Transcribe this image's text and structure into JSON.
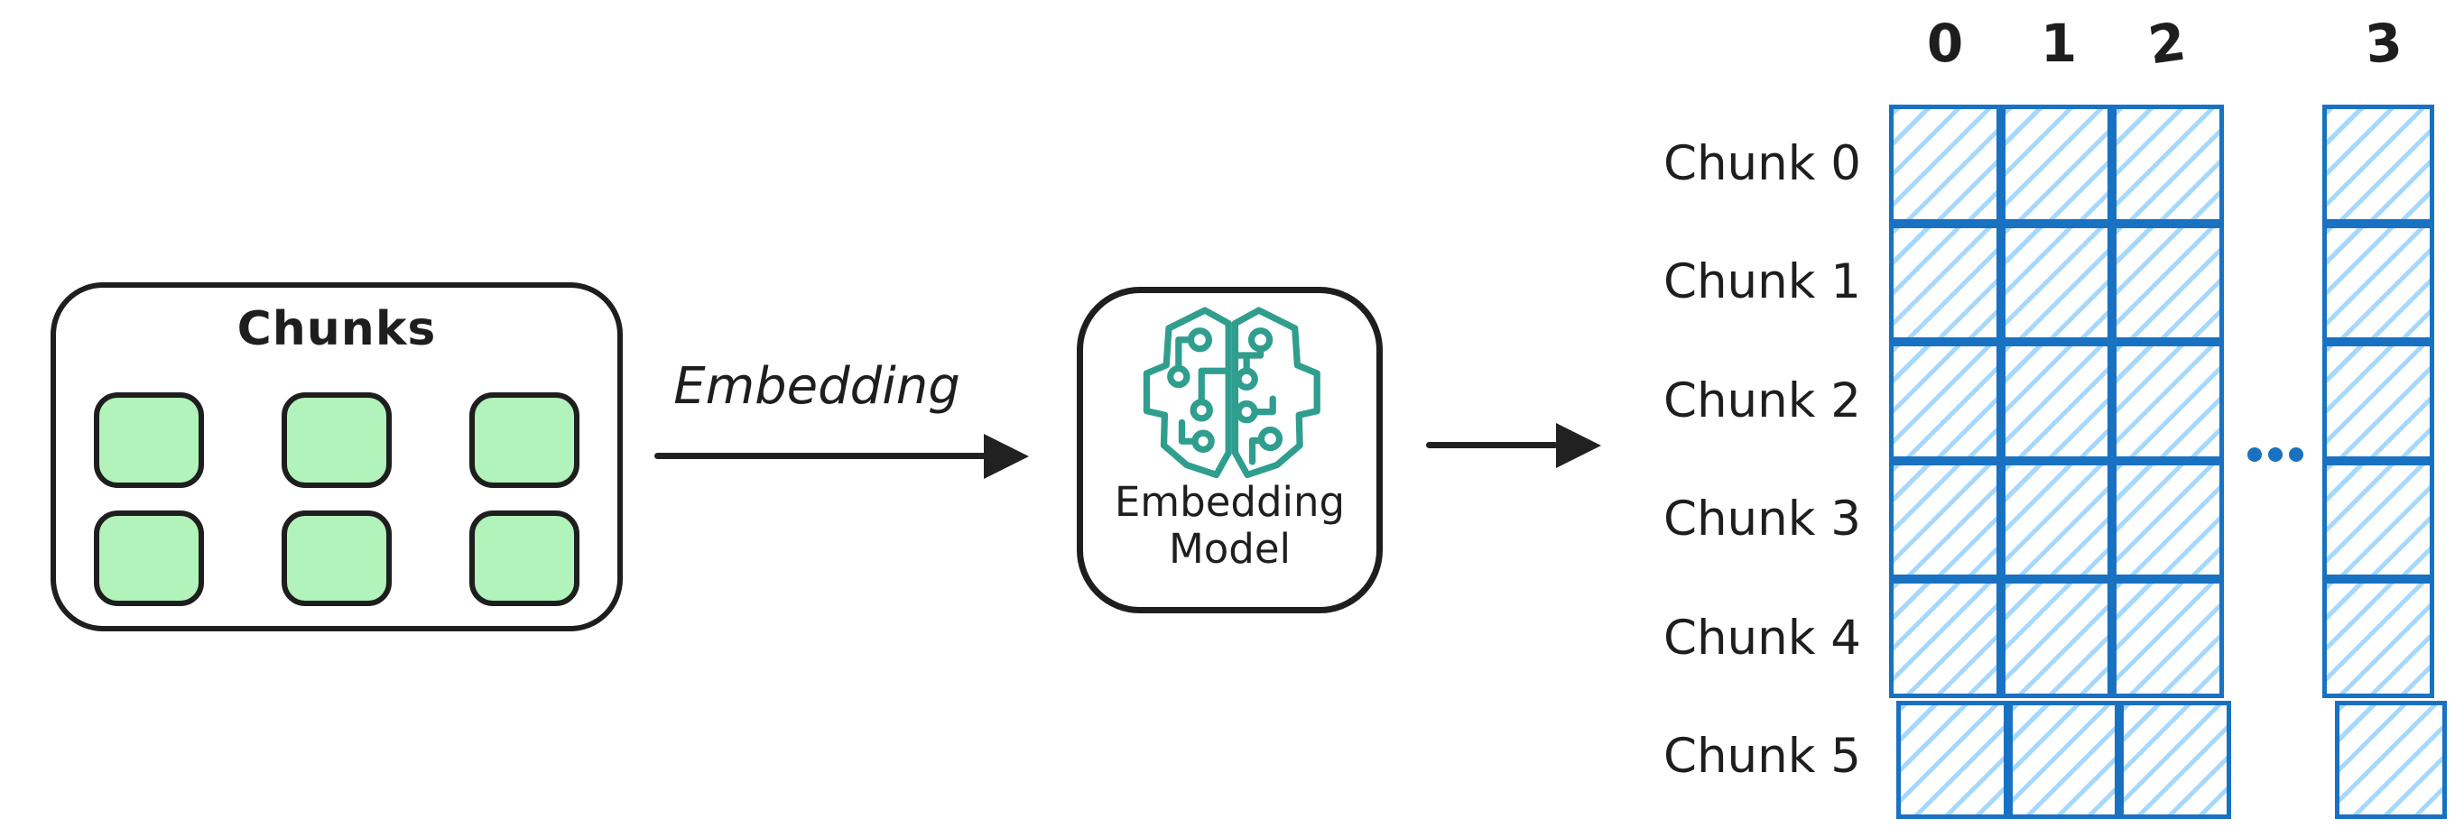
{
  "chunks_box": {
    "title": "Chunks",
    "chunk_count": 6
  },
  "embedding_arrow": {
    "label": "Embedding"
  },
  "model_box": {
    "label_line1": "Embedding",
    "label_line2": "Model",
    "icon": "circuit-brain-icon"
  },
  "matrix": {
    "column_labels": [
      "0",
      "1",
      "2",
      "3"
    ],
    "row_labels": [
      "Chunk 0",
      "Chunk 1",
      "Chunk 2",
      "Chunk 3",
      "Chunk 4",
      "Chunk 5"
    ],
    "ellipsis": "...",
    "rows": 6,
    "main_columns": 3,
    "extra_columns": 1
  },
  "colors": {
    "ink": "#1e1e1e",
    "chunk_green": "#b2f2bb",
    "brain_teal": "#2f9e8e",
    "matrix_blue": "#1971c2",
    "hatch_blue": "#a5d8ff",
    "bg": "#ffffff"
  }
}
